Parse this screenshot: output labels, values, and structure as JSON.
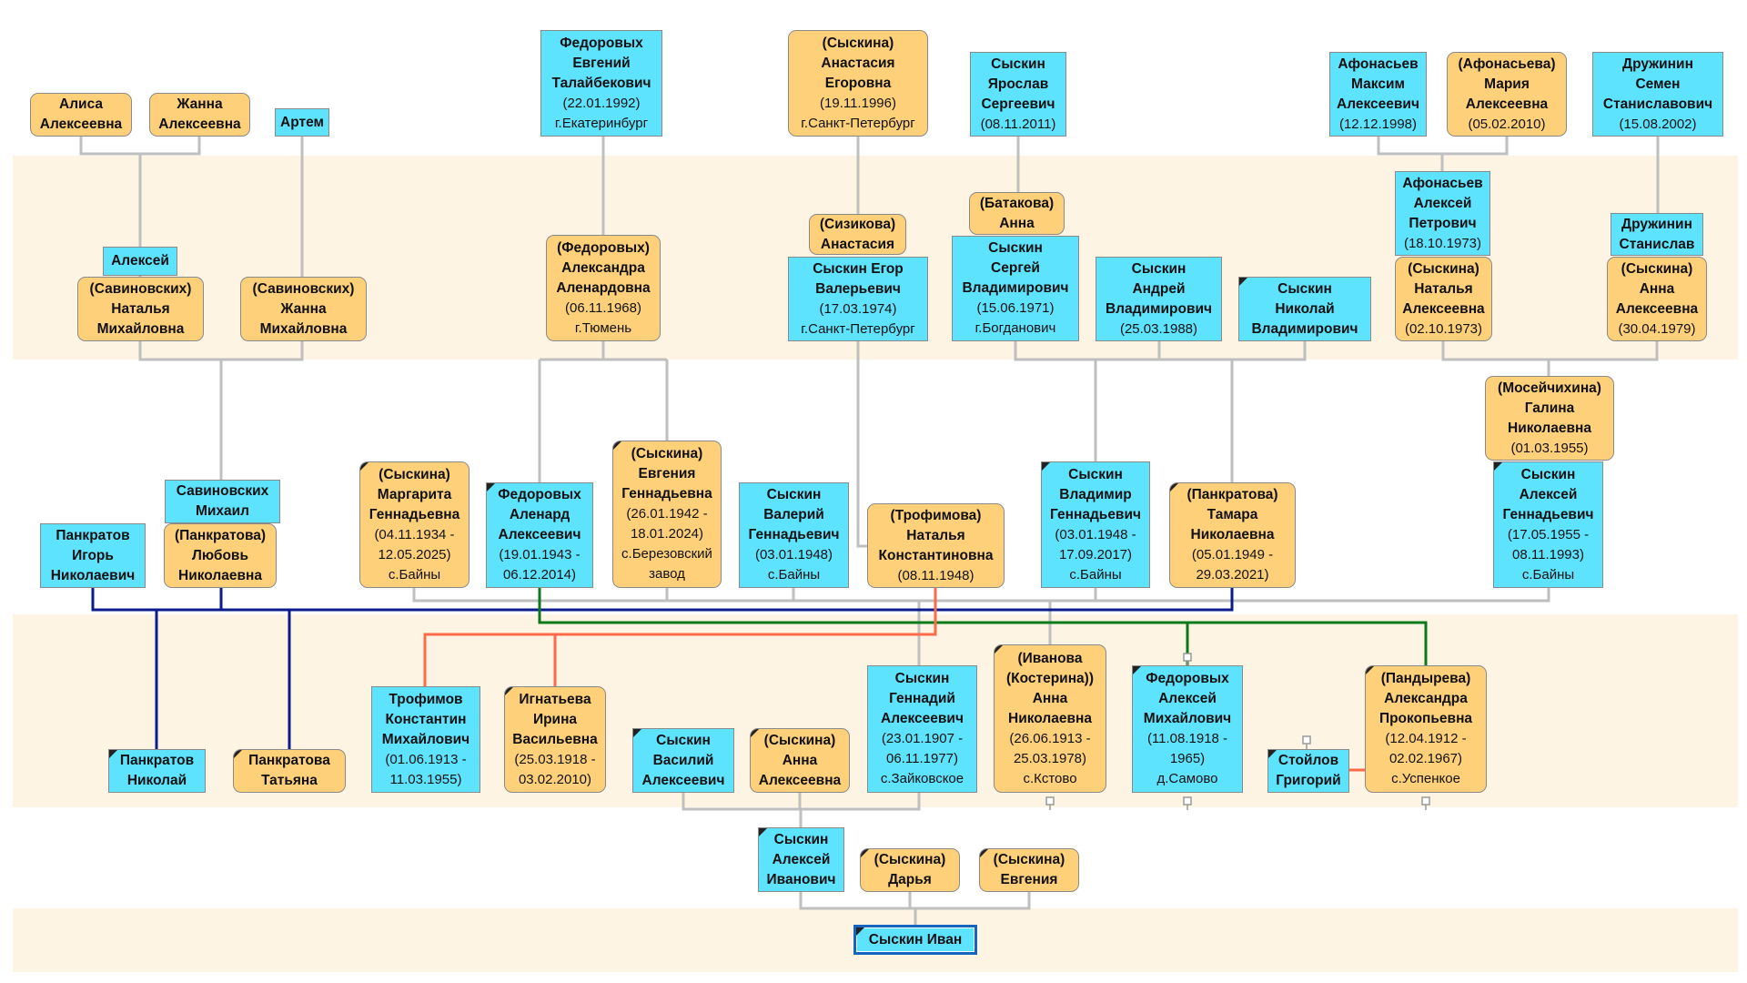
{
  "colors": {
    "male": "#5ee3ff",
    "female": "#ffd07a",
    "band": "#fdf4e3",
    "line": "#bfbfbf",
    "navy": "#0c1c8c",
    "green": "#0b7a1a",
    "red": "#ff6b4a",
    "selection": "#1565c0"
  },
  "people": {
    "alisa": [
      "Алиса",
      "Алексеевна"
    ],
    "zhanna_a": [
      "Жанна",
      "Алексеевна"
    ],
    "artem": [
      "Артем"
    ],
    "fedorovykh_evgeny": [
      "Федоровых",
      "Евгений",
      "Талайбекович",
      "(22.01.1992)",
      "г.Екатеринбург"
    ],
    "syskina_anastasia": [
      "(Сыскина)",
      "Анастасия",
      "Егоровна",
      "(19.11.1996)",
      "г.Санкт-Петербург"
    ],
    "syskin_yaroslav": [
      "Сыскин",
      "Ярослав",
      "Сергеевич",
      "(08.11.2011)"
    ],
    "afanasyev_maxim": [
      "Афонасьев",
      "Максим",
      "Алексеевич",
      "(12.12.1998)"
    ],
    "afanasyeva_maria": [
      "(Афонасьева)",
      "Мария",
      "Алексеевна",
      "(05.02.2010)"
    ],
    "druzhinin_semen": [
      "Дружинин",
      "Семен",
      "Станиславович",
      "(15.08.2002)"
    ],
    "aleksey_s": [
      "Алексей"
    ],
    "savinovskikh_natalia": [
      "(Савиновских)",
      "Наталья",
      "Михайловна"
    ],
    "savinovskikh_zhanna": [
      "(Савиновских)",
      "Жанна",
      "Михайловна"
    ],
    "fedorovykh_alexandra": [
      "(Федоровых)",
      "Александра",
      "Аленардовна",
      "(06.11.1968)",
      "г.Тюмень"
    ],
    "sizikova_anastasia": [
      "(Сизикова)",
      "Анастасия"
    ],
    "syskin_egor": [
      "Сыскин Егор",
      "Валерьевич",
      "(17.03.1974)",
      "г.Санкт-Петербург"
    ],
    "batakova_anna": [
      "(Батакова)",
      "Анна"
    ],
    "syskin_sergey": [
      "Сыскин",
      "Сергей",
      "Владимирович",
      "(15.06.1971)",
      "г.Богданович"
    ],
    "syskin_andrey": [
      "Сыскин",
      "Андрей",
      "Владимирович",
      "(25.03.1988)"
    ],
    "syskin_nikolay_v": [
      "Сыскин",
      "Николай",
      "Владимирович"
    ],
    "afanasyev_aleksey": [
      "Афонасьев",
      "Алексей",
      "Петрович",
      "(18.10.1973)"
    ],
    "syskina_natalia": [
      "(Сыскина)",
      "Наталья",
      "Алексеевна",
      "(02.10.1973)"
    ],
    "druzhinin_stanislav": [
      "Дружинин",
      "Станислав"
    ],
    "syskina_anna_79": [
      "(Сыскина)",
      "Анна",
      "Алексеевна",
      "(30.04.1979)"
    ],
    "moseichikhina_galina": [
      "(Мосейчихина)",
      "Галина",
      "Николаевна",
      "(01.03.1955)"
    ],
    "savinovskikh_mikhail": [
      "Савиновских",
      "Михаил"
    ],
    "pankratov_igor": [
      "Панкратов",
      "Игорь",
      "Николаевич"
    ],
    "pankratova_lyubov": [
      "(Панкратова)",
      "Любовь",
      "Николаевна"
    ],
    "syskina_margarita": [
      "(Сыскина)",
      "Маргарита",
      "Геннадьевна",
      "(04.11.1934 -",
      "12.05.2025)",
      "с.Байны"
    ],
    "fedorovykh_alenard": [
      "Федоровых",
      "Аленард",
      "Алексеевич",
      "(19.01.1943 -",
      "06.12.2014)"
    ],
    "syskina_evgenia_42": [
      "(Сыскина)",
      "Евгения",
      "Геннадьевна",
      "(26.01.1942 -",
      "18.01.2024)",
      "с.Березовский",
      "завод"
    ],
    "syskin_valery": [
      "Сыскин",
      "Валерий",
      "Геннадьевич",
      "(03.01.1948)",
      "с.Байны"
    ],
    "trofimova_natalia": [
      "(Трофимова)",
      "Наталья",
      "Константиновна",
      "(08.11.1948)"
    ],
    "syskin_vladimir": [
      "Сыскин",
      "Владимир",
      "Геннадьевич",
      "(03.01.1948 -",
      "17.09.2017)",
      "с.Байны"
    ],
    "pankratova_tamara": [
      "(Панкратова)",
      "Тамара",
      "Николаевна",
      "(05.01.1949 -",
      "29.03.2021)"
    ],
    "syskin_aleksey_g": [
      "Сыскин",
      "Алексей",
      "Геннадьевич",
      "(17.05.1955 -",
      "08.11.1993)",
      "с.Байны"
    ],
    "pankratov_nikolay": [
      "Панкратов",
      "Николай"
    ],
    "pankratova_tatiana": [
      "Панкратова",
      "Татьяна"
    ],
    "trofimov_konstantin": [
      "Трофимов",
      "Константин",
      "Михайлович",
      "(01.06.1913 -",
      "11.03.1955)"
    ],
    "ignatieva_irina": [
      "Игнатьева",
      "Ирина",
      "Васильевна",
      "(25.03.1918 -",
      "03.02.2010)"
    ],
    "syskin_vasily": [
      "Сыскин",
      "Василий",
      "Алексеевич"
    ],
    "syskina_anna_a": [
      "(Сыскина)",
      "Анна",
      "Алексеевна"
    ],
    "syskin_gennady": [
      "Сыскин",
      "Геннадий",
      "Алексеевич",
      "(23.01.1907 -",
      "06.11.1977)",
      "с.Зайковское"
    ],
    "ivanova_anna": [
      "(Иванова",
      "(Костерина))",
      "Анна",
      "Николаевна",
      "(26.06.1913 -",
      "25.03.1978)",
      "с.Кстово"
    ],
    "fedorovykh_aleksey_m": [
      "Федоровых",
      "Алексей",
      "Михайлович",
      "(11.08.1918 -",
      "1965)",
      "д.Самово"
    ],
    "stoilov_grigory": [
      "Стойлов",
      "Григорий"
    ],
    "pandyreva_alexandra": [
      "(Пандырева)",
      "Александра",
      "Прокопьевна",
      "(12.04.1912 -",
      "02.02.1967)",
      "с.Успенкое"
    ],
    "syskin_aleksey_i": [
      "Сыскин",
      "Алексей",
      "Иванович"
    ],
    "syskina_daria": [
      "(Сыскина)",
      "Дарья"
    ],
    "syskina_evgenia": [
      "(Сыскина)",
      "Евгения"
    ],
    "syskin_ivan": [
      "Сыскин Иван"
    ]
  }
}
